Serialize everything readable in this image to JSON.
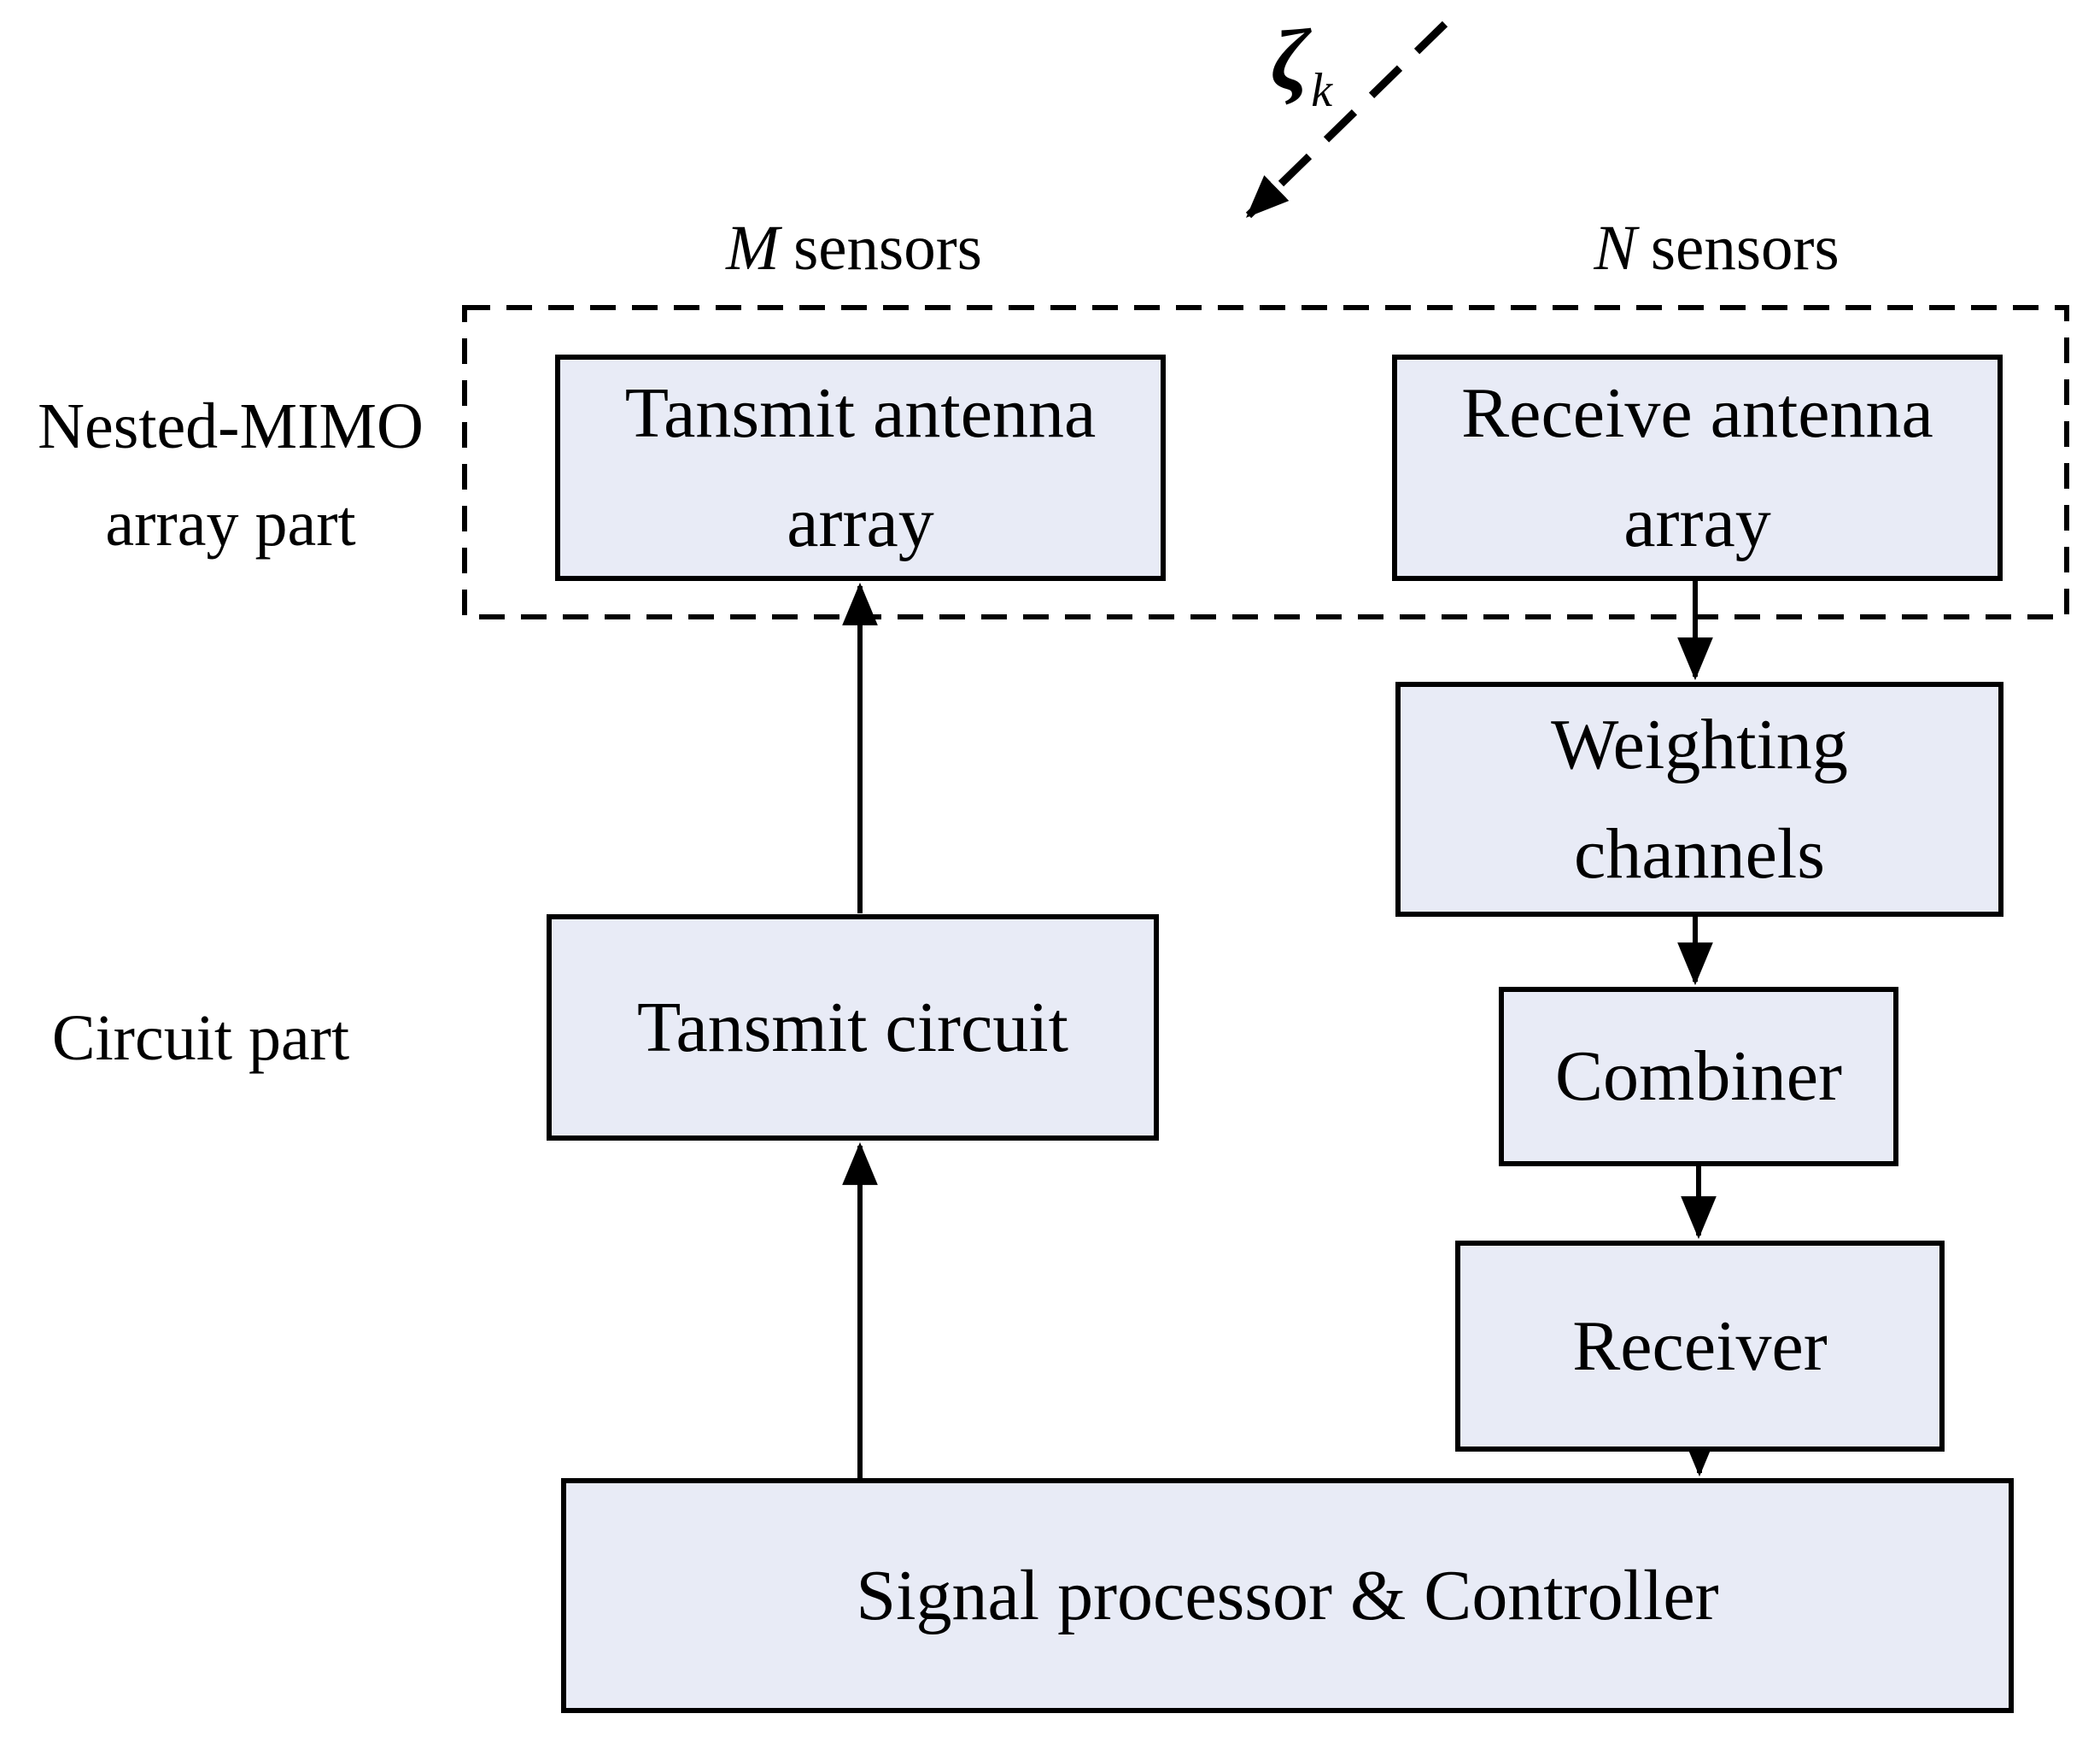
{
  "diagram": {
    "incoming_signal": {
      "symbol": "ζ",
      "subscript": "k"
    },
    "sensor_labels": {
      "m": {
        "var": "M",
        "text": "sensors"
      },
      "n": {
        "var": "N",
        "text": "sensors"
      }
    },
    "region_labels": {
      "nested_mimo_line1": "Nested-MIMO",
      "nested_mimo_line2": "array part",
      "circuit_part": "Circuit part"
    },
    "blocks": {
      "transmit_antenna_line1": "Tansmit antenna",
      "transmit_antenna_line2": "array",
      "receive_antenna_line1": "Receive antenna",
      "receive_antenna_line2": "array",
      "transmit_circuit": "Tansmit circuit",
      "weighting_line1": "Weighting",
      "weighting_line2": "channels",
      "combiner": "Combiner",
      "receiver": "Receiver",
      "signal_processor": "Signal processor & Controller"
    },
    "colors": {
      "block_fill": "#e8ebf6",
      "stroke": "#000000",
      "background": "#ffffff"
    }
  }
}
